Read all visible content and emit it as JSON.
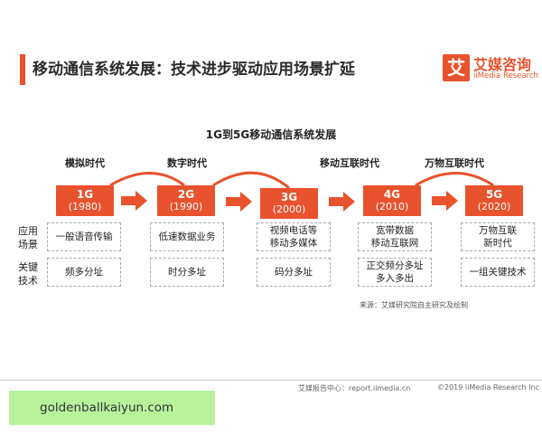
{
  "header": {
    "title": "移动通信系统发展：技术进步驱动应用场景扩延",
    "logo_mark": "艾",
    "logo_cn": "艾媒咨询",
    "logo_en": "iiMedia Research"
  },
  "diagram": {
    "title": "1G到5G移动通信系统发展",
    "eras": [
      "模拟时代",
      "数字时代",
      "移动互联时代",
      "万物互联时代"
    ],
    "generations": [
      {
        "name": "1G",
        "year": "(1980)"
      },
      {
        "name": "2G",
        "year": "(1990)"
      },
      {
        "name": "3G",
        "year": "(2000)"
      },
      {
        "name": "4G",
        "year": "(2010)"
      },
      {
        "name": "5G",
        "year": "(2020)"
      }
    ],
    "row_labels": {
      "scenario": "应用\n场景",
      "tech": "关键\n技术"
    },
    "scenarios": [
      "一般语音传输",
      "低速数据业务",
      "视频电话等\n移动多媒体",
      "宽带数据\n移动互联网",
      "万物互联\n新时代"
    ],
    "technologies": [
      "频多分址",
      "时分多址",
      "码分多址",
      "正交频分多址\n多入多出",
      "一组关键技术"
    ],
    "source": "来源：艾媒研究院自主研究及绘制"
  },
  "footer": {
    "center": "艾媒报告中心：report.iimedia.cn",
    "right": "©2019  iiMedia Research  Inc"
  },
  "watermark": {
    "text": "goldenballkaiyun.com"
  },
  "colors": {
    "accent": "#e8522c",
    "watermark_bg": "#b8f29b"
  }
}
